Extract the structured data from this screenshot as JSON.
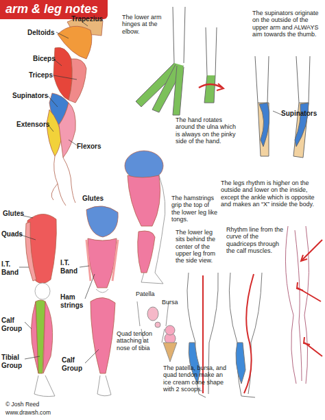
{
  "diagram": {
    "title": "arm & leg notes",
    "labels": [
      "Trapezius",
      "Deltoids",
      "Biceps",
      "Triceps",
      "Supinators",
      "Extensors",
      "Flexors",
      "The lower arm hinges at the elbow.",
      "The supinators originate on the outside of the upper arm and ALWAYS aim towards the thumb.",
      "Supinators",
      "The hand rotates around the ulna which is always on the pinky side of the hand.",
      "The hamstrings grip the top of the lower leg like tongs.",
      "The legs rhythm is higher on the outside and lower on the inside, except the ankle which is opposite and makes an “X” inside the body.",
      "The lower leg sits behind the center of the upper leg from the side view.",
      "Rhythm line from the curve of the quadriceps through the calf muscles.",
      "Glutes",
      "Glutes",
      "Quads",
      "I.T. Band",
      "I.T. Band",
      "Ham strings",
      "Calf Group",
      "Tibial Group",
      "Calf Group",
      "Patella",
      "Bursa",
      "Quad tendon attaching at nose of tibia",
      "The patella, bursa, and quad tendon make an ice cream cone shape with 2 scoops.",
      "© Josh Reed",
      "www.drawsh.com"
    ]
  }
}
